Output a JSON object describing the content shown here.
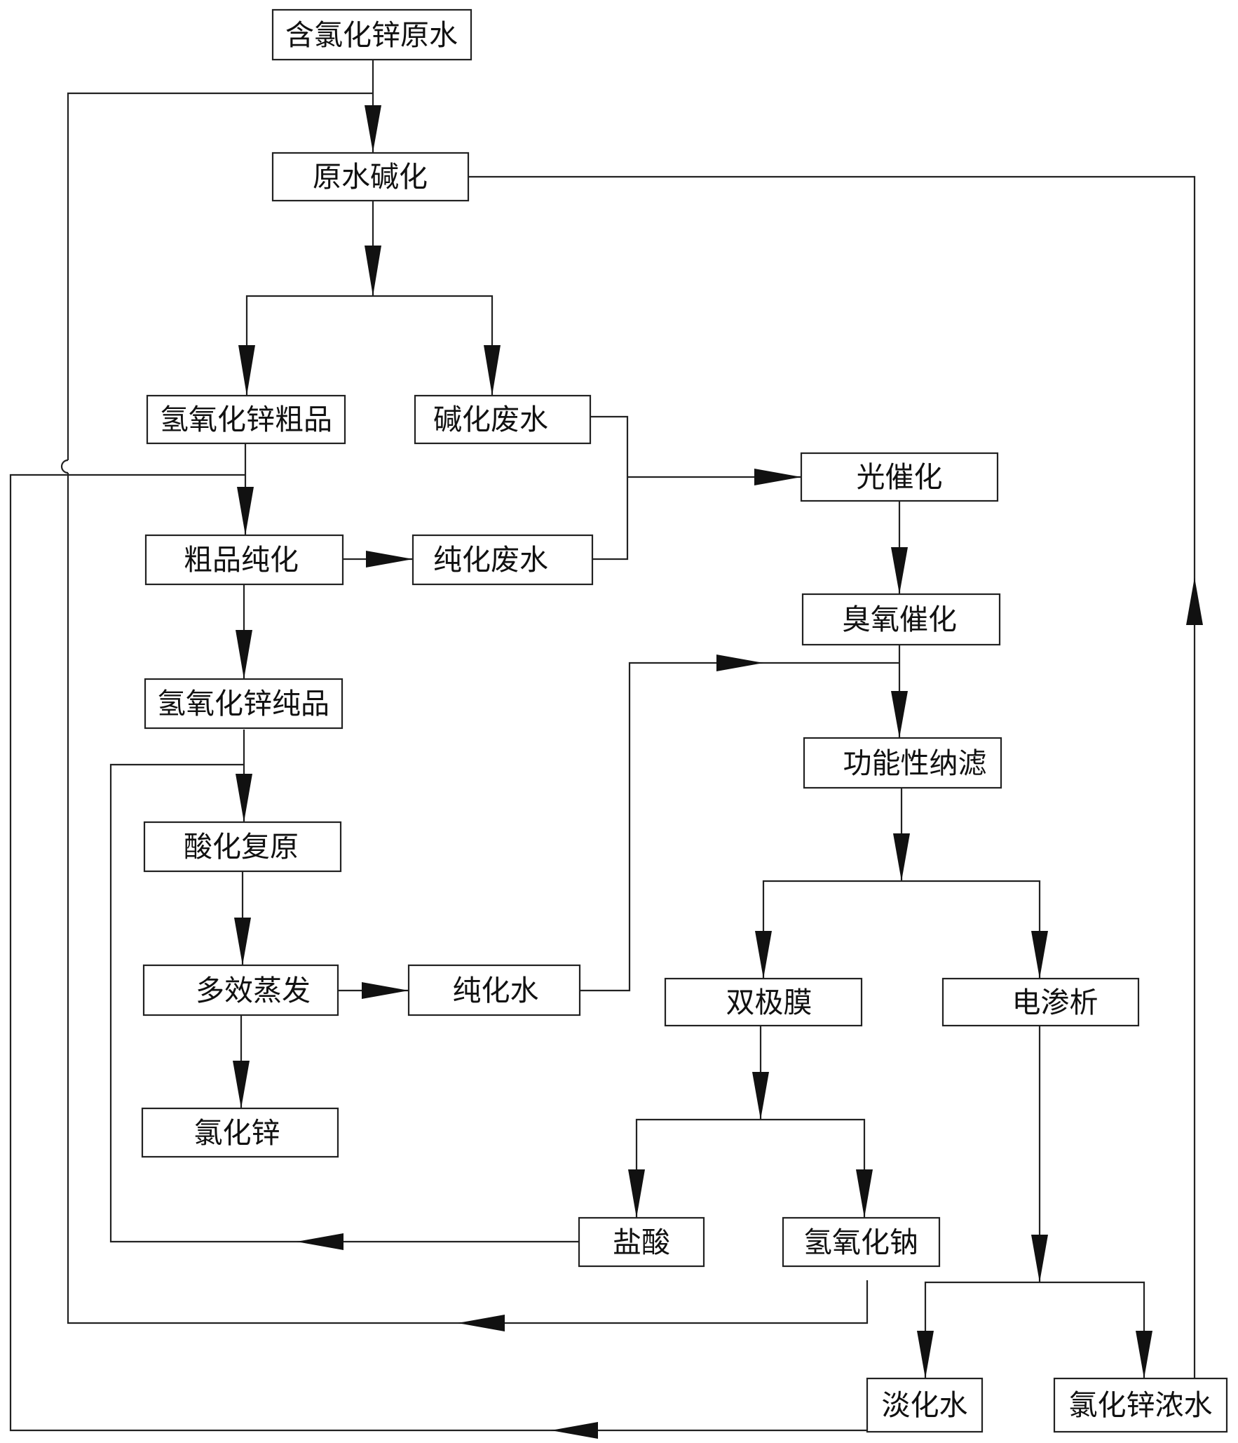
{
  "nodes": {
    "raw_water": "含氯化锌原水",
    "alkalization": "原水碱化",
    "crude_zn_oh": "氢氧化锌粗品",
    "alkali_wastewater": "碱化废水",
    "photocatalysis": "光催化",
    "crude_purification": "粗品纯化",
    "purify_wastewater": "纯化废水",
    "ozone_catalysis": "臭氧催化",
    "pure_zn_oh": "氢氧化锌纯品",
    "functional_nf": "功能性纳滤",
    "acid_reduction": "酸化复原",
    "multi_effect_evap": "多效蒸发",
    "purified_water": "纯化水",
    "bipolar_membrane": "双极膜",
    "electrodialysis": "电渗析",
    "zinc_chloride": "氯化锌",
    "hcl": "盐酸",
    "naoh": "氢氧化钠",
    "desalted_water": "淡化水",
    "zncl_concentrate": "氯化锌浓水"
  }
}
